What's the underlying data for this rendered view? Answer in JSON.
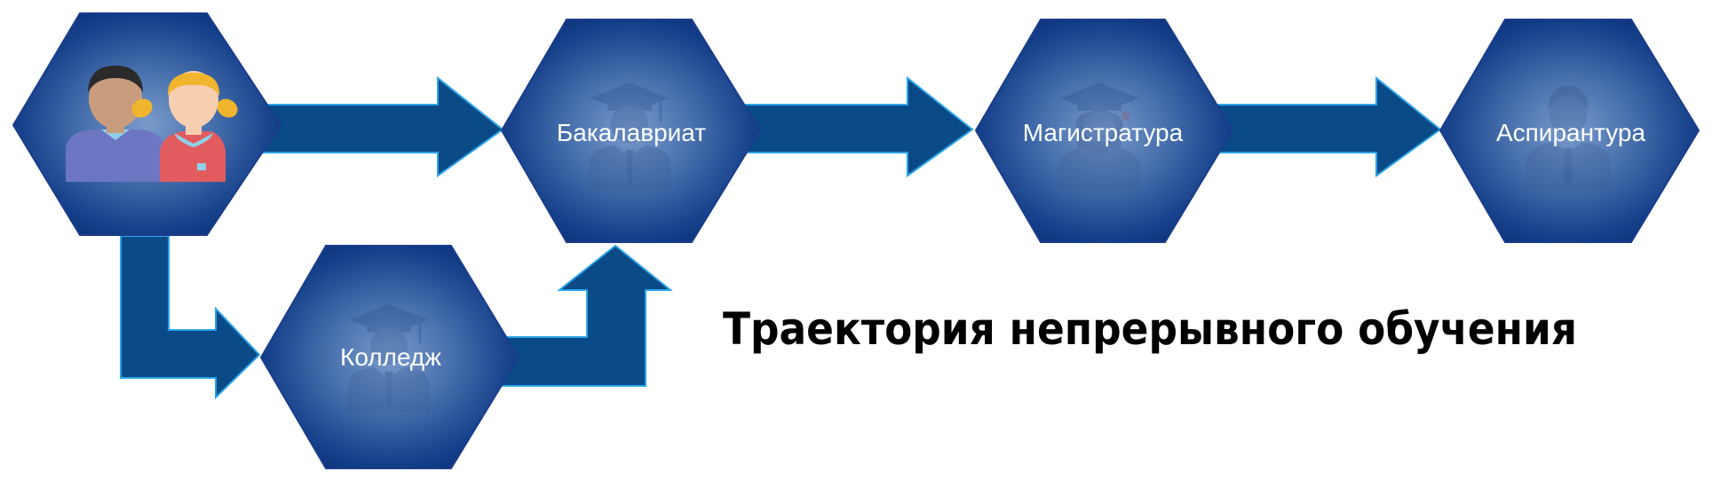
{
  "diagram": {
    "title": "Траектория непрерывного обучения",
    "nodes": {
      "start": {
        "label": "",
        "icon": "children-icon"
      },
      "college": {
        "label": "Колледж",
        "icon": "graduate-man-icon"
      },
      "bachelor": {
        "label": "Бакалавриат",
        "icon": "graduate-man-icon"
      },
      "master": {
        "label": "Магистратура",
        "icon": "graduate-woman-icon"
      },
      "postgrad": {
        "label": "Аспирантура",
        "icon": "businessman-icon"
      }
    }
  },
  "colors": {
    "hex_center": "#6f93c4",
    "hex_edge": "#082e75",
    "hex_border": "#1a3c8c",
    "arrow_fill": "#0a4a86",
    "arrow_stroke": "#2aa3e8",
    "boy_skin": "#c99c7e",
    "boy_hair": "#2c2b2b",
    "boy_shirt": "#6d76c2",
    "girl_skin": "#f6cfb0",
    "girl_hair": "#f0b52d",
    "girl_dress": "#e25c5f",
    "collar": "#8fd0e8"
  }
}
